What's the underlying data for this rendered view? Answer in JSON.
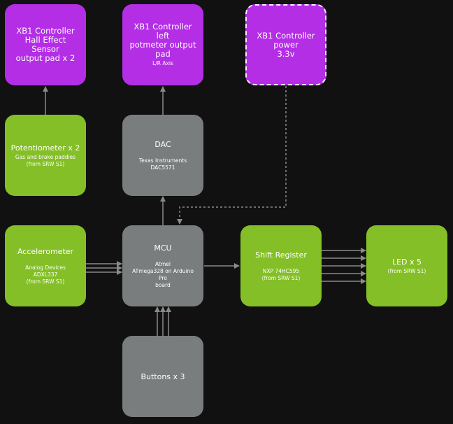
{
  "nodes": {
    "hall": {
      "title": "XB1 Controller\nHall Effect Sensor\noutput pad x 2",
      "sub": ""
    },
    "potpad": {
      "title": "XB1 Controller left\npotmeter output pad",
      "sub": "L/R Axis"
    },
    "power": {
      "title": "XB1 Controller power\n3.3v",
      "sub": ""
    },
    "pot": {
      "title": "Potentiometer x 2",
      "sub": "Gas and brake paddles\n(from SRW S1)"
    },
    "dac": {
      "title": "DAC",
      "sub": "Texas Instruments\nDAC5571"
    },
    "accel": {
      "title": "Accelerometer",
      "sub": "Analog Devices\nADXL337\n(from SRW S1)"
    },
    "mcu": {
      "title": "MCU",
      "sub_line1": "Atmel",
      "sub_line2": "ATmega328 on Arduino Pro\nboard"
    },
    "shift": {
      "title": "Shift Register",
      "sub": "NXP 74HC595\n(from SRW S1)"
    },
    "led": {
      "title": "LED x 5",
      "sub": "(from SRW S1)"
    },
    "buttons": {
      "title": "Buttons x 3",
      "sub": ""
    }
  },
  "colors": {
    "background": "#111111",
    "output_pad": "#b42ee6",
    "component_green": "#84bf27",
    "component_gray": "#7a7d7d",
    "connector": "#8a8a8a",
    "power_border": "#f2f2f2"
  }
}
